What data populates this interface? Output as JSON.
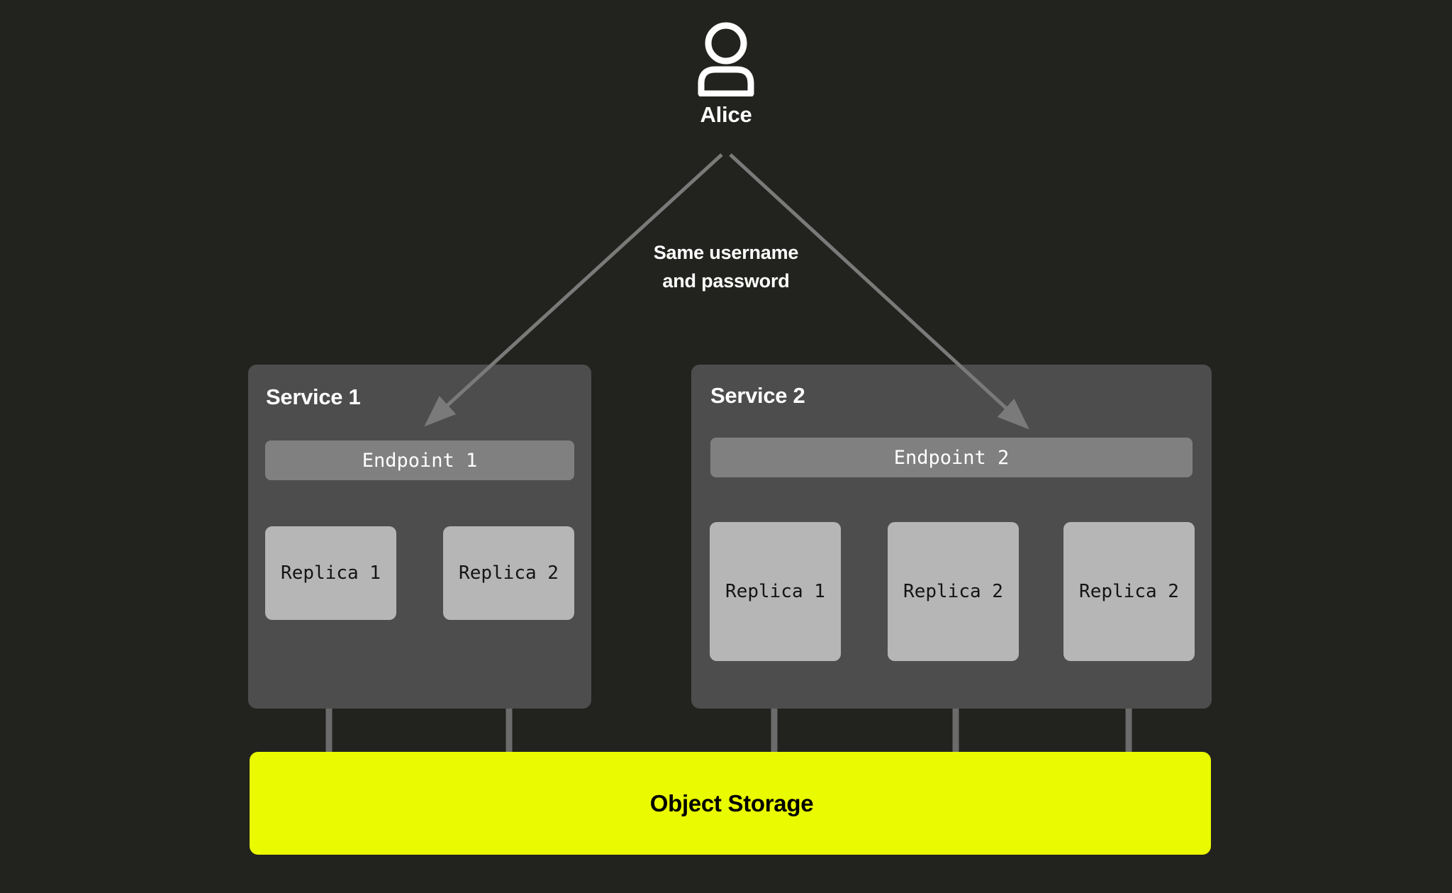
{
  "diagram": {
    "background_color": "#22221e",
    "actor": {
      "icon": "user-icon",
      "label": "Alice"
    },
    "annotation": {
      "line1": "Same username",
      "line2": "and password"
    },
    "services": [
      {
        "title": "Service 1",
        "endpoint": "Endpoint 1",
        "replicas": [
          "Replica 1",
          "Replica 2"
        ]
      },
      {
        "title": "Service 2",
        "endpoint": "Endpoint 2",
        "replicas": [
          "Replica 1",
          "Replica 2",
          "Replica 2"
        ]
      }
    ],
    "storage": {
      "label": "Object Storage",
      "color": "#eafa00"
    },
    "colors": {
      "panel": "#4d4d4d",
      "endpoint": "#808080",
      "replica": "#b6b6b6",
      "connector": "#6b6b6b",
      "arrow": "#7a7a7a",
      "text_light": "#ffffff",
      "text_dark": "#000000"
    }
  }
}
